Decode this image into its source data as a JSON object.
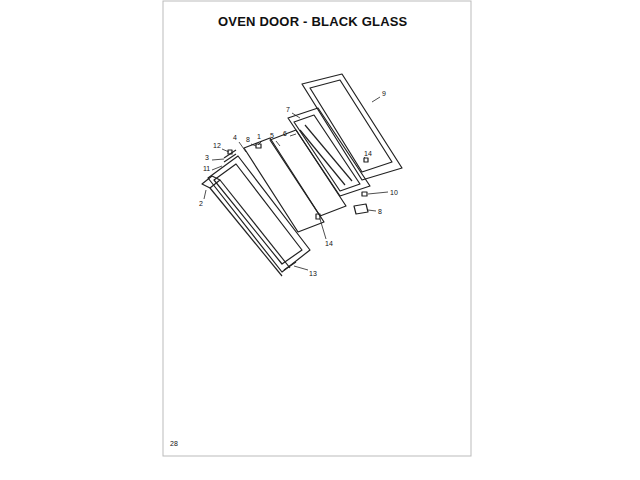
{
  "diagram": {
    "title": "OVEN DOOR - BLACK GLASS",
    "labels": [
      "9",
      "7",
      "6",
      "4",
      "8",
      "1",
      "5",
      "12",
      "3",
      "11",
      "14",
      "2",
      "10",
      "8",
      "14",
      "13",
      "28"
    ]
  }
}
